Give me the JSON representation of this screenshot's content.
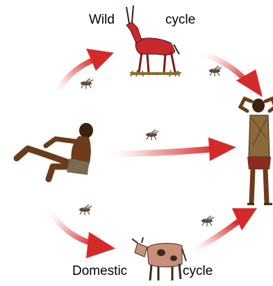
{
  "labels": {
    "wild_word": "Wild",
    "wild_cycle_word": "cycle",
    "domestic_word": "Domestic",
    "domestic_cycle_word": "cycle"
  },
  "colors": {
    "arrow_red": "#d42a2a",
    "arrow_trail": "#f2b0b0",
    "skin_dark": "#6b3b1a",
    "antelope_red": "#c8282d",
    "grass": "#8b6a2c",
    "cow_tan": "#c89078",
    "cow_spot": "#3a2a22",
    "fly": "#5a4a3a"
  },
  "icons": [
    "antelope-icon",
    "cow-icon",
    "reclining-man-icon",
    "standing-man-icon",
    "tsetse-fly-icon"
  ]
}
